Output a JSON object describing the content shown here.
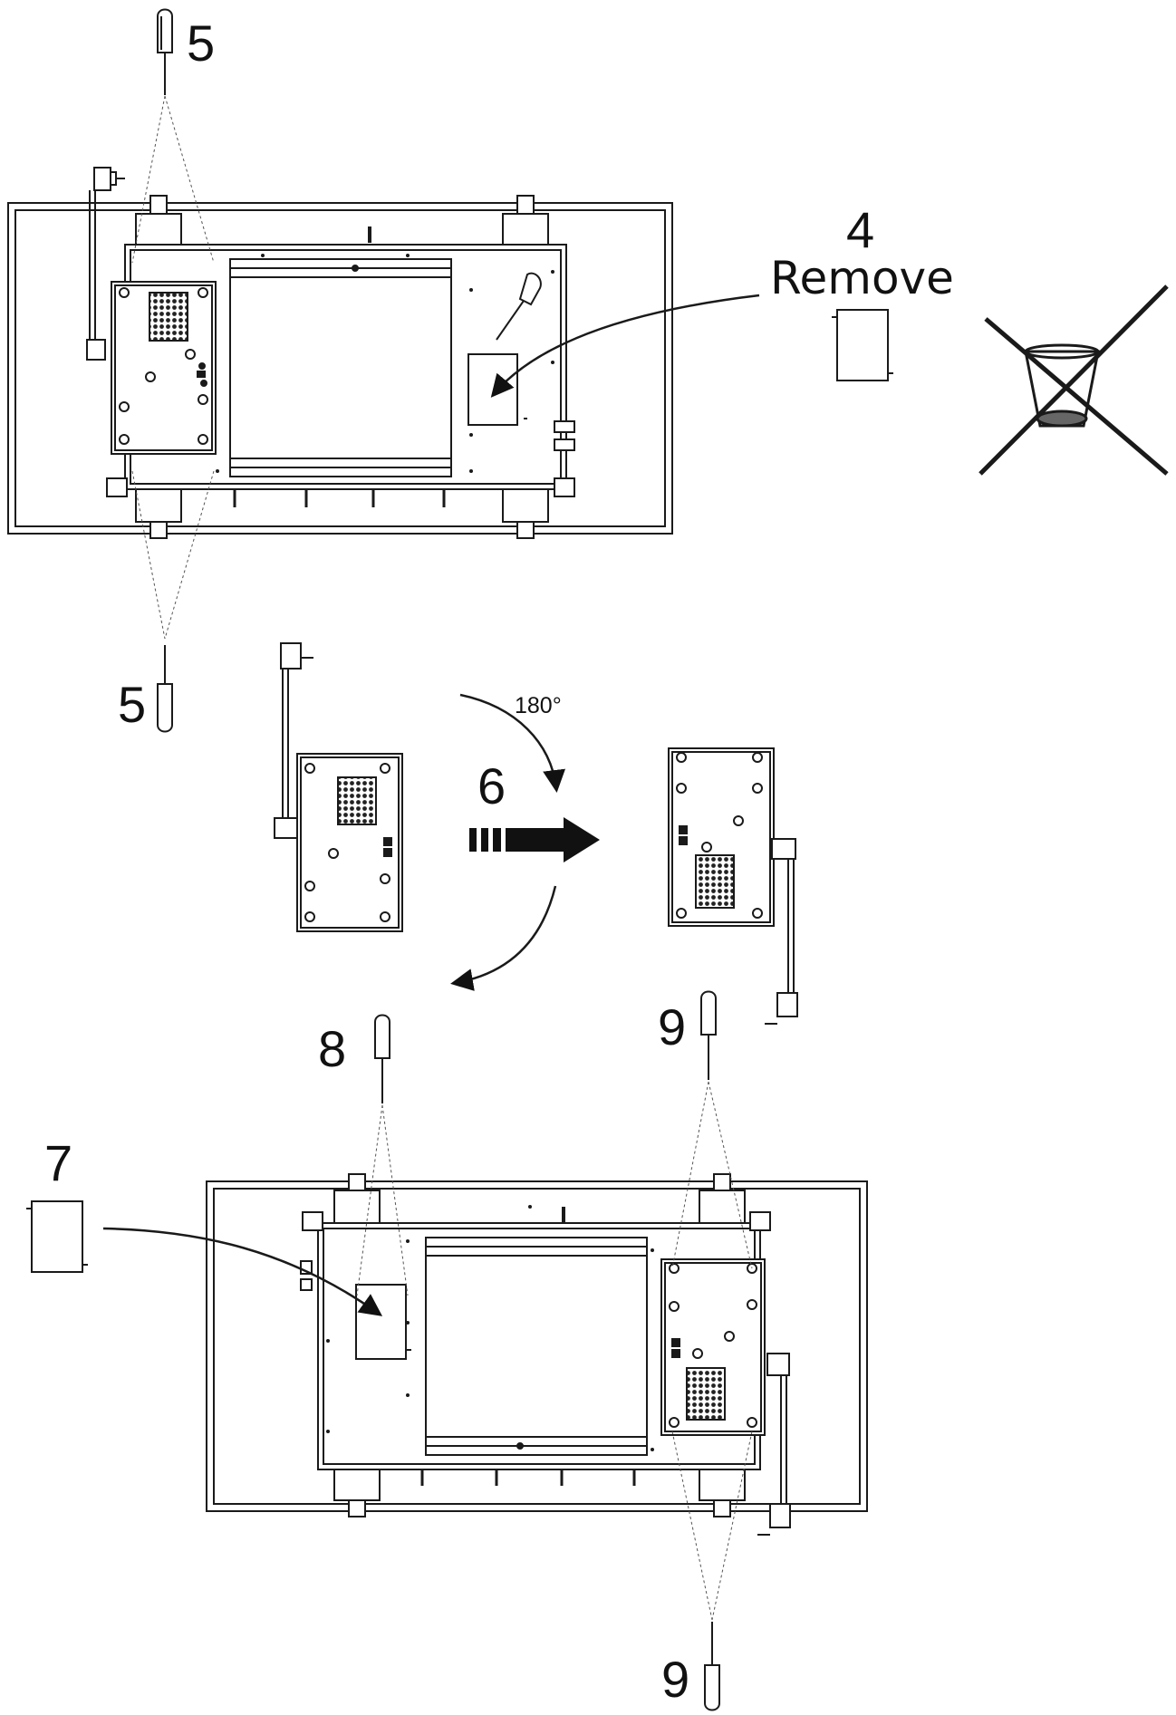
{
  "steps": {
    "s4": "4",
    "remove": "Remove",
    "s5_top": "5",
    "s5_bottom": "5",
    "s6": "6",
    "rotation": "180°",
    "s7": "7",
    "s8": "8",
    "s9_top": "9",
    "s9_bottom": "9"
  },
  "colors": {
    "line": "#1a1a1a",
    "fill": "#ffffff",
    "grille": "#222222"
  },
  "icons": {
    "screwdriver": "screwdriver-icon",
    "plug": "plug-icon",
    "disposal": "no-bin-icon",
    "arrow": "direction-arrow-icon"
  }
}
